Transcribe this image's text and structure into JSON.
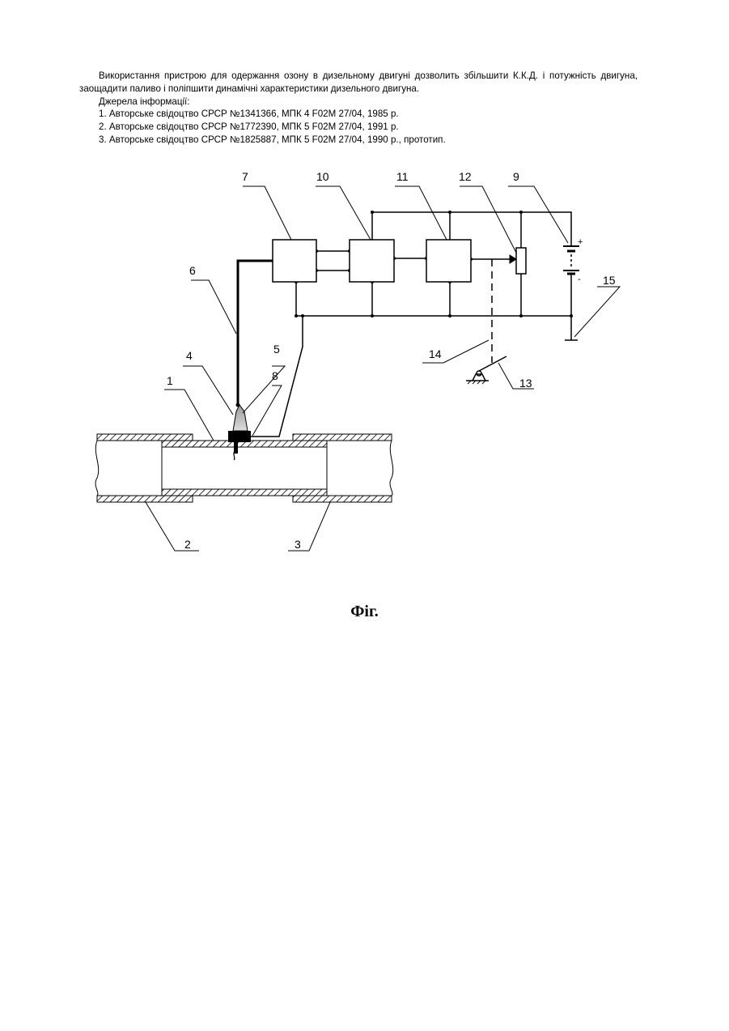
{
  "document": {
    "paragraph": "Використання пристрою для одержання озону в дизельному двигуні дозволить збільшити К.К.Д. і потужність двигуна, заощадити паливо і поліпшити динамічні характеристики дизельного двигуна.",
    "sources_heading": "Джерела інформації:",
    "sources": [
      "1. Авторське свідоцтво СРСР №1341366, МПК 4 F02M 27/04, 1985 р.",
      "2. Авторське свідоцтво СРСР №1772390, МПК 5 F02M 27/04, 1991 р.",
      "3. Авторське свідоцтво СРСР №1825887, МПК 5 F02M 27/04, 1990 р., прототип."
    ]
  },
  "figure": {
    "labels": {
      "l1": "1",
      "l2": "2",
      "l3": "3",
      "l4": "4",
      "l5": "5",
      "l6": "6",
      "l7": "7",
      "l8": "8",
      "l9": "9",
      "l10": "10",
      "l11": "11",
      "l12": "12",
      "l13": "13",
      "l14": "14",
      "l15": "15"
    },
    "plus": "+",
    "minus": "-",
    "caption": "Фіг."
  }
}
